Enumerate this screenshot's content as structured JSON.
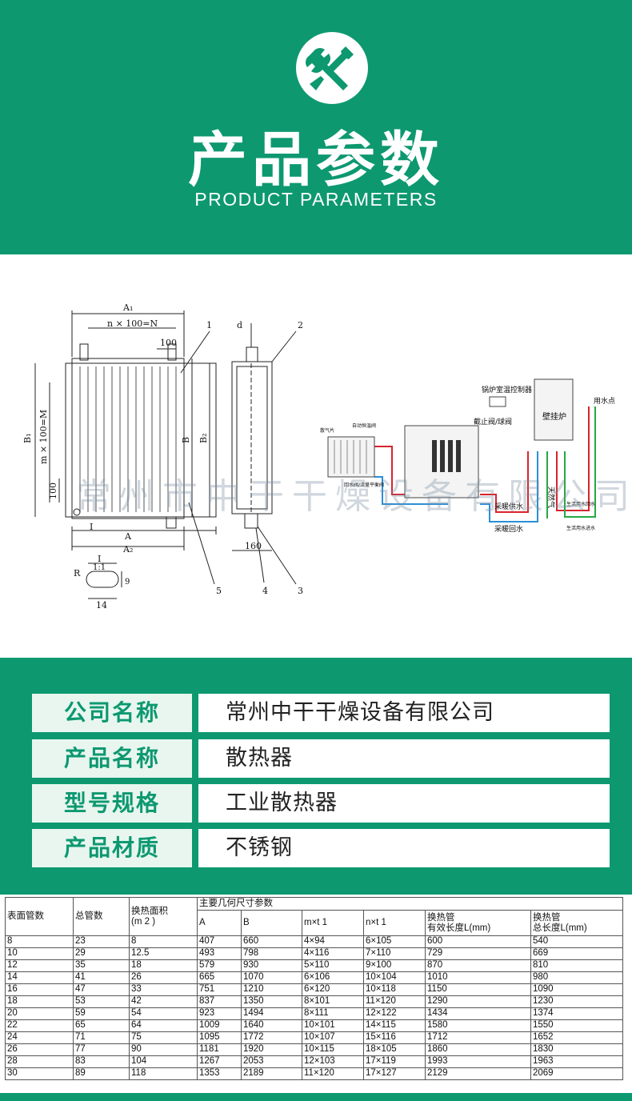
{
  "header": {
    "title_cn": "产品参数",
    "title_en": "PRODUCT PARAMETERS",
    "logo_icon": "wrench-screwdriver-icon",
    "bg_color": "#0d9870"
  },
  "drawing": {
    "labels": {
      "A1": "A₁",
      "nN": "n × 100=N",
      "hundred_top": "100",
      "one": "1",
      "d": "d",
      "two": "2",
      "B1": "B₁",
      "mM": "m × 100=M",
      "hundred_side": "100",
      "B": "B",
      "B2": "B₂",
      "I": "I",
      "A": "A",
      "A2": "A₂",
      "one_sixty": "160",
      "five": "5",
      "four": "4",
      "three": "3",
      "section_I": "I",
      "scale": "1:1",
      "R": "R",
      "nine": "9",
      "fourteen": "14"
    },
    "system_labels": {
      "controller": "锅炉室温控制器",
      "boiler": "壁挂炉",
      "use_point": "用水点",
      "stop_valve": "截止阀/球阀",
      "supply": "采暖供水",
      "return": "采暖回水",
      "gas": "天然气",
      "hot_water_out": "生活用水回水",
      "hot_water_in": "生活用水进水",
      "radiator_top": "散气片",
      "radiator_valve": "自动恒温阀",
      "radiator_bottom": "回水阀/流量平衡阀"
    },
    "watermark": "常州市中干干燥设备有限公司"
  },
  "info": [
    {
      "label": "公司名称",
      "value": "常州中干干燥设备有限公司"
    },
    {
      "label": "产品名称",
      "value": "散热器"
    },
    {
      "label": "型号规格",
      "value": "工业散热器"
    },
    {
      "label": "产品材质",
      "value": "不锈钢"
    }
  ],
  "table": {
    "headers": {
      "c0": "表面管数",
      "c1": "总管数",
      "c2": "换热面积",
      "c2b": "(m 2 )",
      "group": "主要几何尺寸参数",
      "A": "A",
      "B": "B",
      "mt": "m×t 1",
      "nt": "n×t 1",
      "eff1": "换热管",
      "eff2": "有效长度L(mm)",
      "tot1": "换热管",
      "tot2": "总长度L(mm)"
    },
    "rows": [
      [
        "8",
        "23",
        "8",
        "407",
        "660",
        "4×94",
        "6×105",
        "600",
        "540"
      ],
      [
        "10",
        "29",
        "12.5",
        "493",
        "798",
        "4×116",
        "7×110",
        "729",
        "669"
      ],
      [
        "12",
        "35",
        "18",
        "579",
        "930",
        "5×110",
        "9×100",
        "870",
        "810"
      ],
      [
        "14",
        "41",
        "26",
        "665",
        "1070",
        "6×106",
        "10×104",
        "1010",
        "980"
      ],
      [
        "16",
        "47",
        "33",
        "751",
        "1210",
        "6×120",
        "10×118",
        "1150",
        "1090"
      ],
      [
        "18",
        "53",
        "42",
        "837",
        "1350",
        "8×101",
        "11×120",
        "1290",
        "1230"
      ],
      [
        "20",
        "59",
        "54",
        "923",
        "1494",
        "8×111",
        "12×122",
        "1434",
        "1374"
      ],
      [
        "22",
        "65",
        "64",
        "1009",
        "1640",
        "10×101",
        "14×115",
        "1580",
        "1550"
      ],
      [
        "24",
        "71",
        "75",
        "1095",
        "1772",
        "10×107",
        "15×116",
        "1712",
        "1652"
      ],
      [
        "26",
        "77",
        "90",
        "1181",
        "1920",
        "10×115",
        "18×105",
        "1860",
        "1830"
      ],
      [
        "28",
        "83",
        "104",
        "1267",
        "2053",
        "12×103",
        "17×119",
        "1993",
        "1963"
      ],
      [
        "30",
        "89",
        "118",
        "1353",
        "2189",
        "11×120",
        "17×127",
        "2129",
        "2069"
      ]
    ]
  }
}
